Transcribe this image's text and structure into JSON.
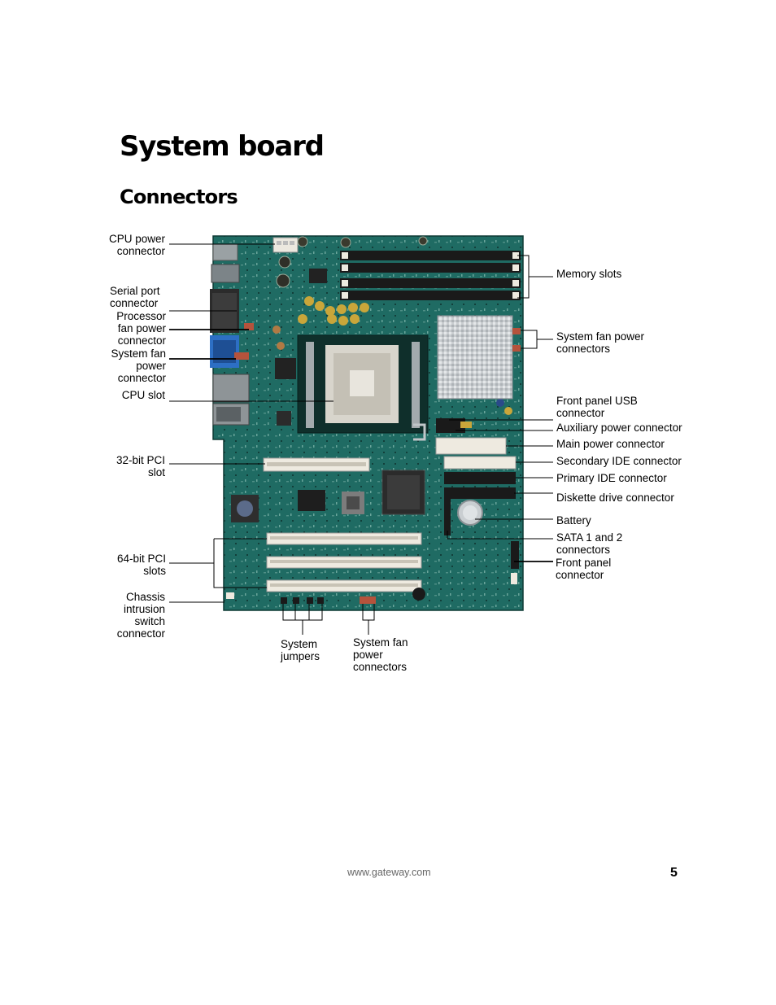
{
  "page": {
    "title": "System board",
    "section_title": "Connectors",
    "footer_url": "www.gateway.com",
    "page_number": "5"
  },
  "colors": {
    "board_green": "#1f6b63",
    "board_dark": "#164e48",
    "slot_white": "#eeeae0",
    "connector_black": "#1a1a1a",
    "heatsink_silver": "#c9cdd0",
    "serial_blue": "#2d6fc4",
    "fan_header_red": "#b5533c"
  },
  "labels": {
    "cpu_power": "CPU power\nconnector",
    "serial_port": "Serial port\nconnector",
    "processor_fan": "Processor\nfan power\nconnector",
    "system_fan_left": "System fan\npower\nconnector",
    "cpu_slot": "CPU slot",
    "pci_32": "32-bit PCI\nslot",
    "pci_64": "64-bit PCI\nslots",
    "chassis_intrusion": "Chassis\nintrusion\nswitch\nconnector",
    "memory_slots": "Memory slots",
    "system_fan_right": "System fan power\nconnectors",
    "front_usb": "Front panel USB\nconnector",
    "aux_power": "Auxiliary power connector",
    "main_power": "Main power connector",
    "secondary_ide": "Secondary IDE connector",
    "primary_ide": "Primary IDE connector",
    "diskette": "Diskette drive connector",
    "battery": "Battery",
    "sata": "SATA 1 and 2\nconnectors",
    "front_panel": "Front panel\nconnector",
    "system_jumpers": "System\njumpers",
    "system_fan_bottom": "System fan\npower\nconnectors"
  }
}
